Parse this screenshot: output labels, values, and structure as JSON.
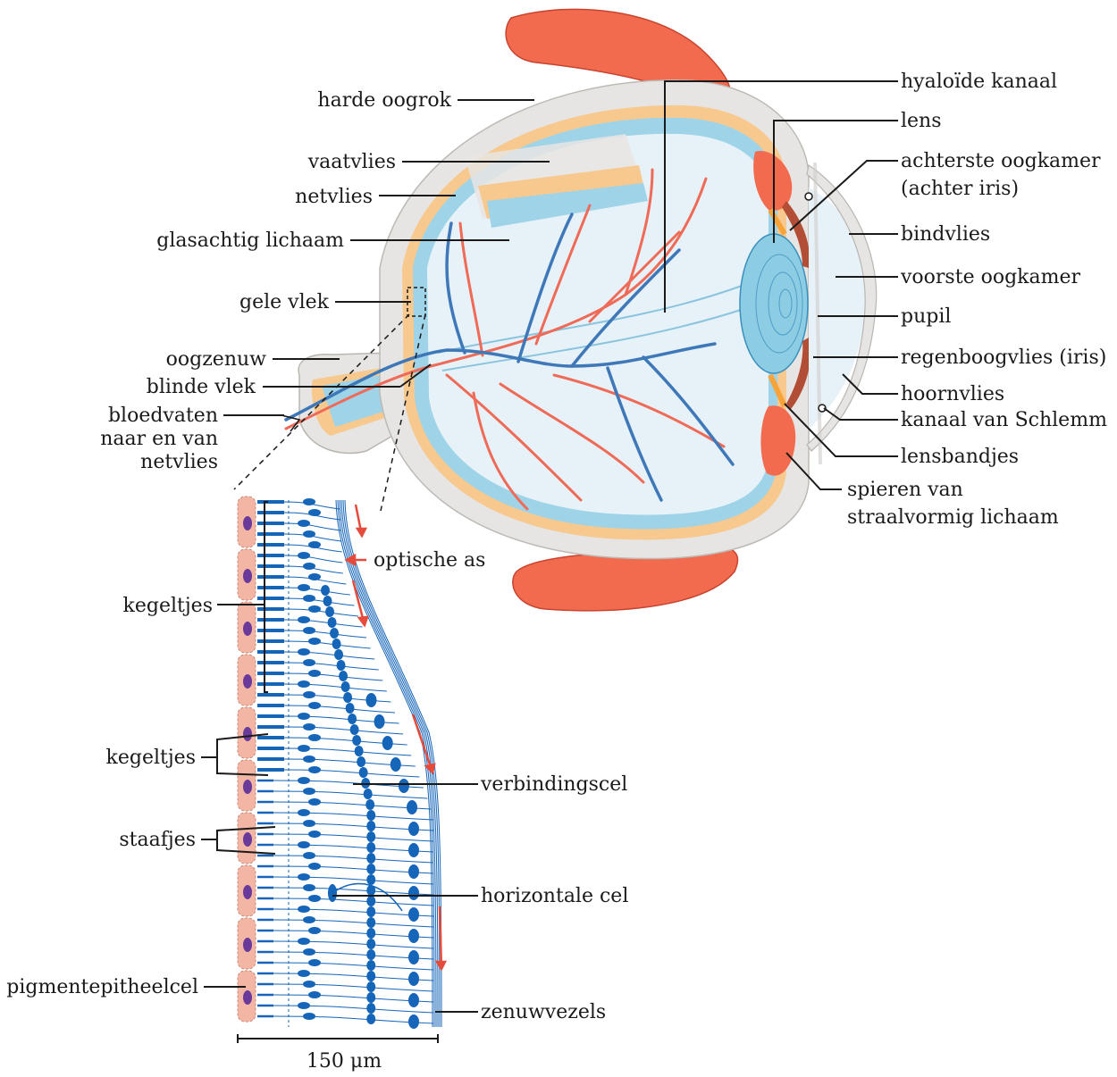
{
  "colors": {
    "sclera": "#e7e5e3",
    "choroid": "#f7c98f",
    "retina": "#9ed3e8",
    "vitreous": "#e7f2f8",
    "artery": "#ef6a57",
    "vein": "#3f78b8",
    "muscle": "#f36b4f",
    "lens": "#8ccde4",
    "iris": "#b24e36",
    "cell_blue": "#1565b8",
    "epithelium": "#f3b6a4",
    "nucleus": "#6a3a9a"
  },
  "eye_labels": {
    "harde_oogrok": "harde oogrok",
    "vaatvlies": "vaatvlies",
    "netvlies": "netvlies",
    "glasachtig_lichaam": "glasachtig lichaam",
    "gele_vlek": "gele vlek",
    "oogzenuw": "oogzenuw",
    "blinde_vlek": "blinde vlek",
    "bloedvaten_1": "bloedvaten",
    "bloedvaten_2": "naar en van",
    "bloedvaten_3": "netvlies",
    "hyaloide_kanaal": "hyaloïde kanaal",
    "lens": "lens",
    "achterste_oogkamer_1": "achterste oogkamer",
    "achterste_oogkamer_2": "(achter iris)",
    "bindvlies": "bindvlies",
    "voorste_oogkamer": "voorste oogkamer",
    "pupil": "pupil",
    "regenboogvlies": "regenboogvlies (iris)",
    "hoornvlies": "hoornvlies",
    "kanaal_van_schlemm": "kanaal van Schlemm",
    "lensbandjes": "lensbandjes",
    "spieren_1": "spieren van",
    "spieren_2": "straalvormig lichaam"
  },
  "retina_labels": {
    "optische_as": "optische as",
    "kegeltjes_top": "kegeltjes",
    "kegeltjes_mid": "kegeltjes",
    "staafjes": "staafjes",
    "pigmentepitheelcel": "pigmentepitheelcel",
    "verbindingscel": "verbindingscel",
    "horizontale_cel": "horizontale cel",
    "zenuwvezels": "zenuwvezels",
    "scale_bar": "150 μm"
  }
}
